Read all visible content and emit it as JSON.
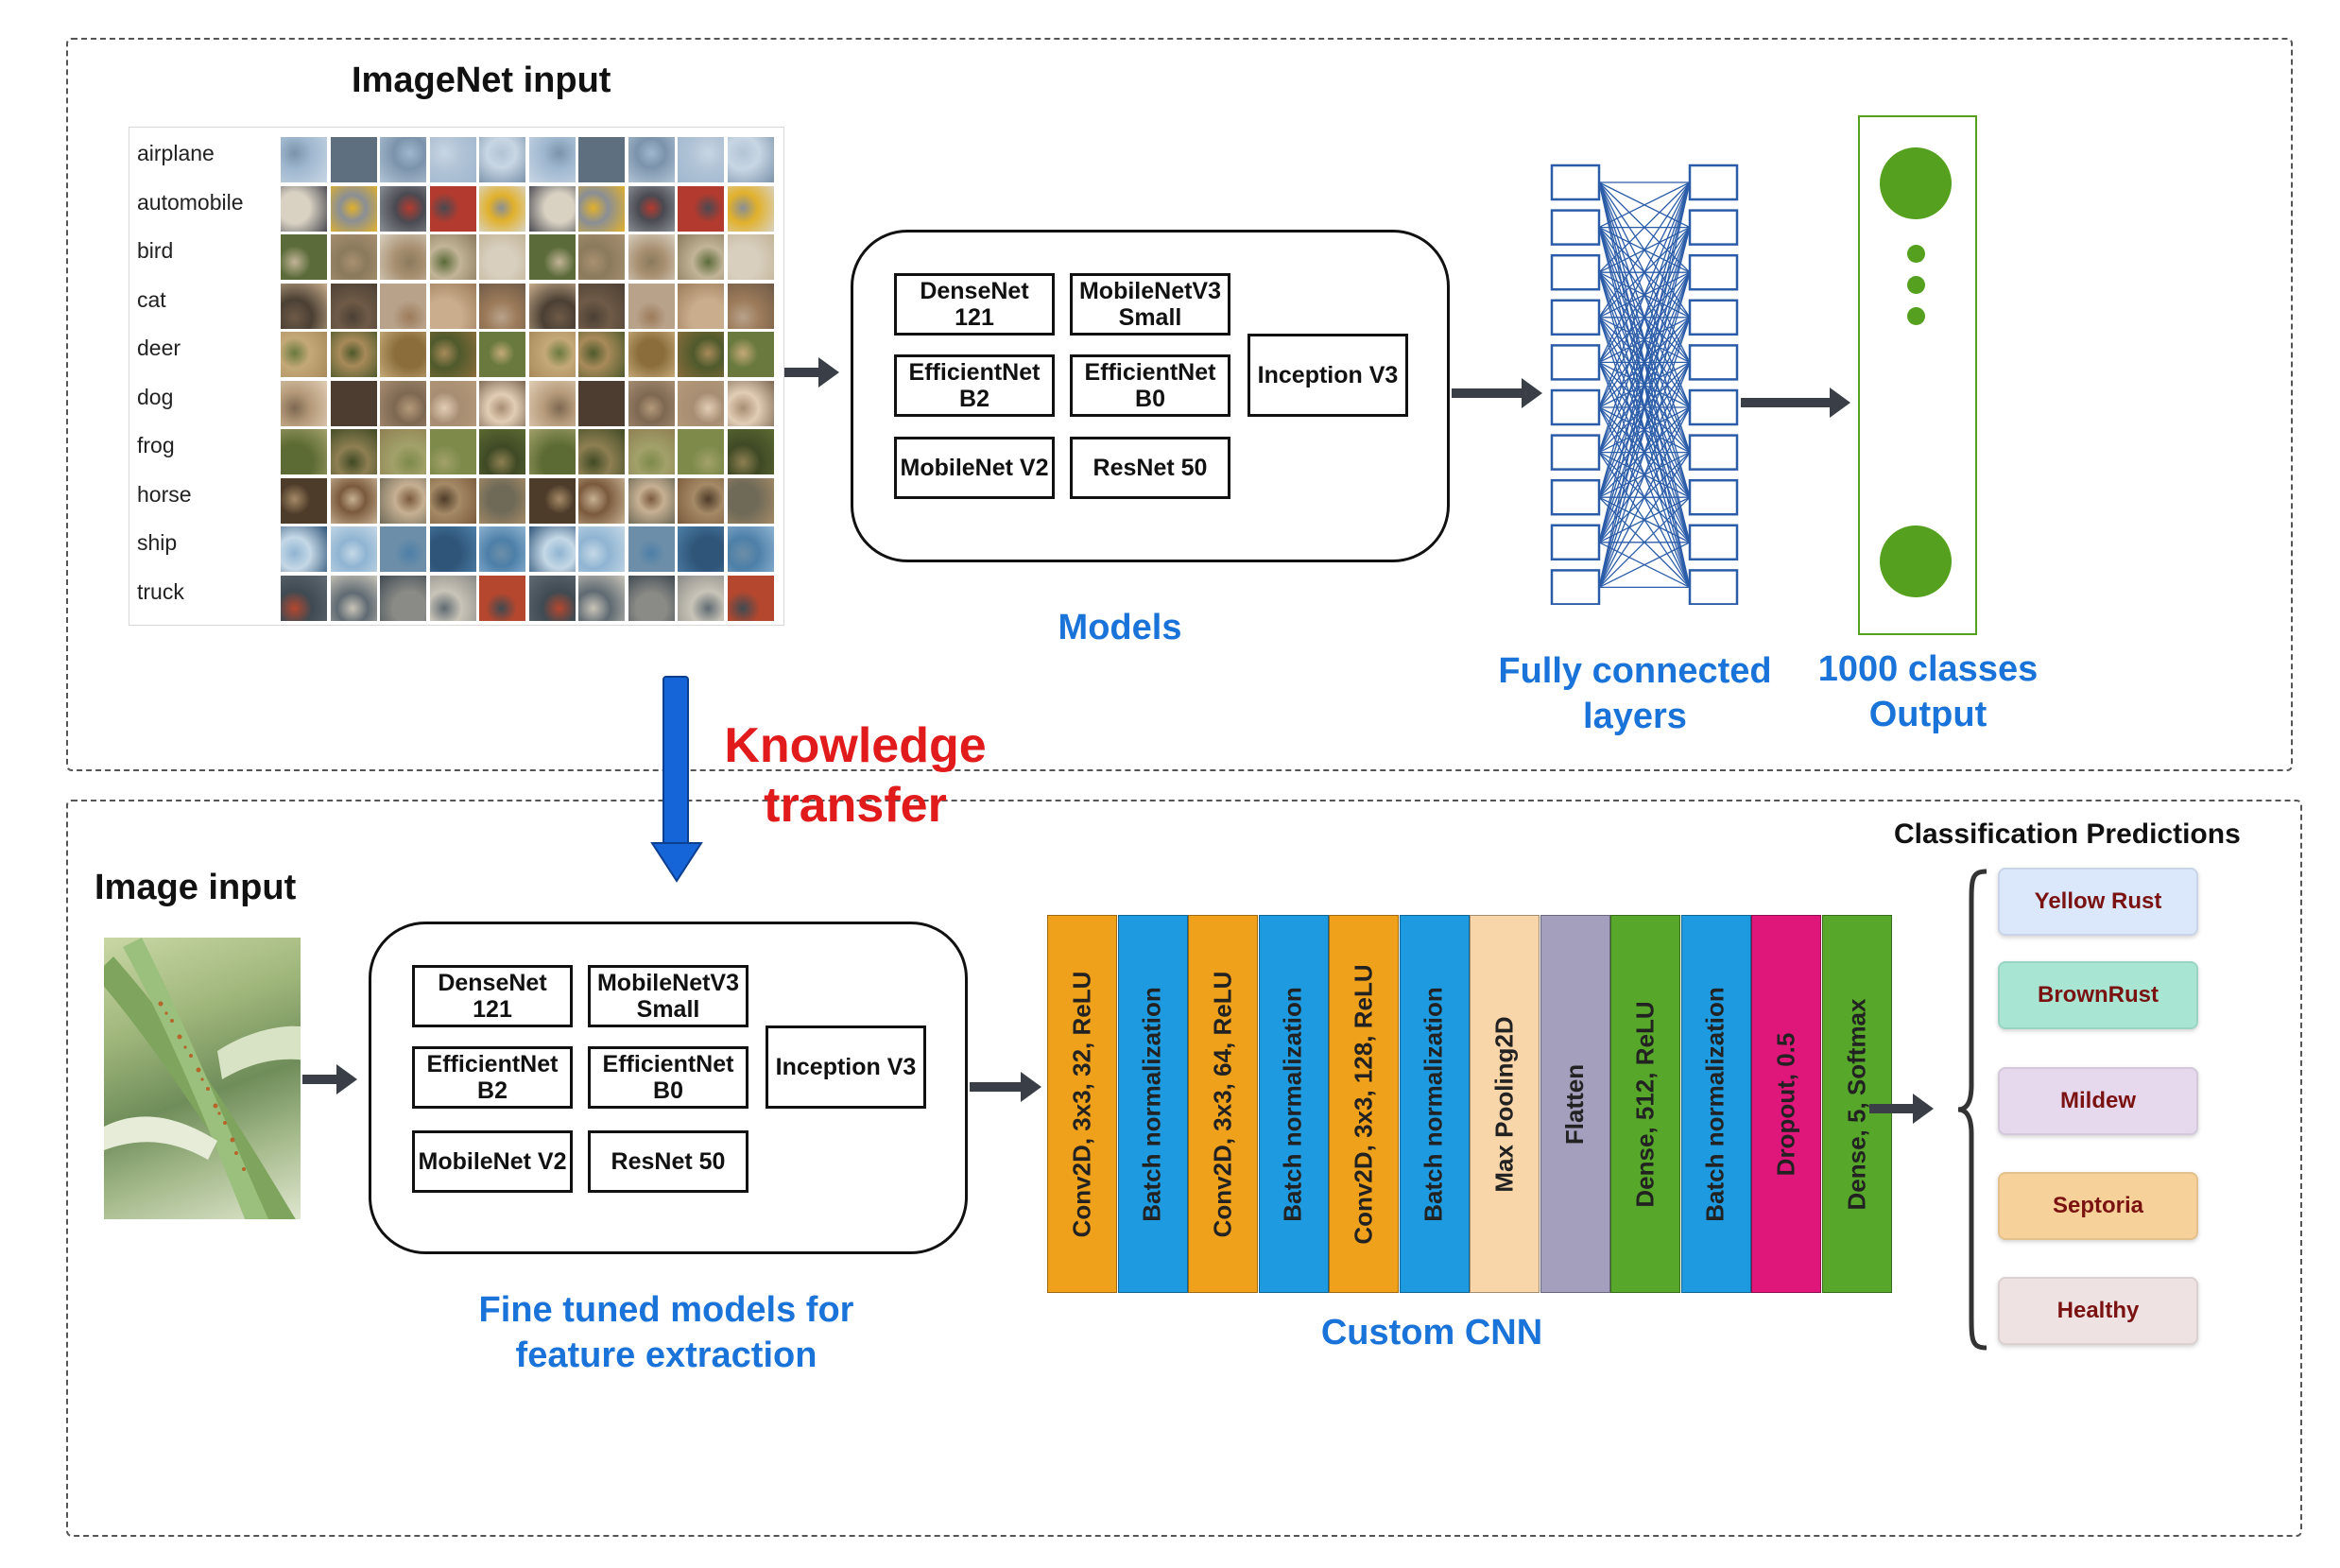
{
  "top": {
    "input_title": "ImageNet input",
    "classes": [
      "airplane",
      "automobile",
      "bird",
      "cat",
      "deer",
      "dog",
      "frog",
      "horse",
      "ship",
      "truck"
    ],
    "models_caption": "Models",
    "fc_caption": "Fully connected layers",
    "output_caption_line1": "1000 classes",
    "output_caption_line2": "Output"
  },
  "models": {
    "densenet": "DenseNet 121",
    "mobilenetv3": "MobileNetV3 Small",
    "efficientnet_b2": "EfficientNet B2",
    "efficientnet_b0": "EfficientNet B0",
    "inception": "Inception V3",
    "mobilenet_v2": "MobileNet V2",
    "resnet": "ResNet 50"
  },
  "transfer_label_line1": "Knowledge",
  "transfer_label_line2": "transfer",
  "bottom": {
    "input_title": "Image input",
    "finetune_caption_line1": "Fine tuned models for",
    "finetune_caption_line2": "feature extraction",
    "cnn_caption": "Custom CNN",
    "pred_title": "Classification Predictions"
  },
  "cnn_layers": [
    {
      "label": "Conv2D, 3x3, 32, ReLU",
      "color": "#f0a11b"
    },
    {
      "label": "Batch normalization",
      "color": "#1e9be0"
    },
    {
      "label": "Conv2D, 3x3, 64, ReLU",
      "color": "#f0a11b"
    },
    {
      "label": "Batch normalization",
      "color": "#1e9be0"
    },
    {
      "label": "Conv2D, 3x3, 128, ReLU",
      "color": "#f0a11b"
    },
    {
      "label": "Batch normalization",
      "color": "#1e9be0"
    },
    {
      "label": "Max Pooling2D",
      "color": "#f9d6aa"
    },
    {
      "label": "Flatten",
      "color": "#a39fbd"
    },
    {
      "label": "Dense, 512, ReLU",
      "color": "#57a82a"
    },
    {
      "label": "Batch normalization",
      "color": "#1e9be0"
    },
    {
      "label": "Dropout, 0.5",
      "color": "#e0177a"
    },
    {
      "label": "Dense, 5, Softmax",
      "color": "#57a82a"
    }
  ],
  "predictions": [
    {
      "label": "Yellow Rust",
      "color": "#dbe8fb"
    },
    {
      "label": "BrownRust",
      "color": "#a8e6d3"
    },
    {
      "label": "Mildew",
      "color": "#e6d9ee"
    },
    {
      "label": "Septoria",
      "color": "#f6d29a"
    },
    {
      "label": "Healthy",
      "color": "#efe2e2"
    }
  ],
  "colors": {
    "caption_blue": "#1a73d9",
    "transfer_red": "#e11b1b",
    "fc_node": "#2b5ca8",
    "output_node": "#55a01e",
    "transfer_arrow": "#1565d8"
  }
}
